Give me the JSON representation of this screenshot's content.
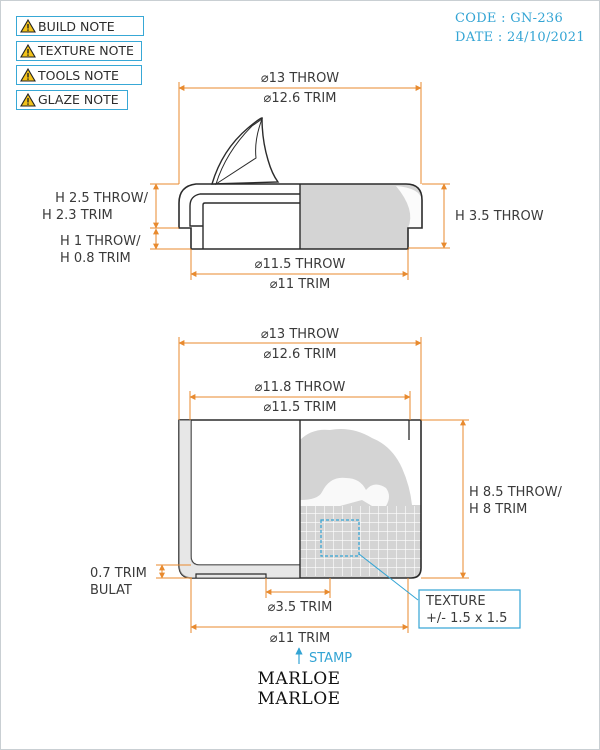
{
  "notes": [
    {
      "label": "BUILD NOTE",
      "icon": "warning-icon"
    },
    {
      "label": "TEXTURE NOTE",
      "icon": "warning-icon"
    },
    {
      "label": "TOOLS NOTE",
      "icon": "warning-icon"
    },
    {
      "label": "GLAZE NOTE",
      "icon": "warning-icon"
    }
  ],
  "meta": {
    "code": "CODE : GN-236",
    "date": "DATE : 24/10/2021"
  },
  "lid": {
    "top_throw": "⌀13 THROW",
    "top_trim": "⌀12.6 TRIM",
    "height_left_throw": "H 2.5 THROW/",
    "height_left_trim": "H 2.3 TRIM",
    "flange_throw": "H 1 THROW/",
    "flange_trim": "H 0.8 TRIM",
    "height_right": "H 3.5 THROW",
    "bottom_throw": "⌀11.5 THROW",
    "bottom_trim": "⌀11 TRIM"
  },
  "body": {
    "top_throw": "⌀13 THROW",
    "top_trim": "⌀12.6 TRIM",
    "inner_throw": "⌀11.8 THROW",
    "inner_trim": "⌀11.5 TRIM",
    "height_throw": "H 8.5 THROW/",
    "height_trim": "H 8 TRIM",
    "corner_trim": "0.7 TRIM",
    "corner_bulat": "BULAT",
    "foot_trim": "⌀3.5 TRIM",
    "base_trim": "⌀11 TRIM",
    "texture_title": "TEXTURE",
    "texture_size": "+/- 1.5 x 1.5"
  },
  "stamp": {
    "label": "STAMP",
    "brand_line1": "MARLOE",
    "brand_line2": "MARLOE"
  },
  "colors": {
    "accent": "#33a4d4",
    "dimension": "#e88a2e",
    "outline": "#2b2b2b",
    "fill": "#d4d4d4",
    "warning": "#f2c21b"
  }
}
